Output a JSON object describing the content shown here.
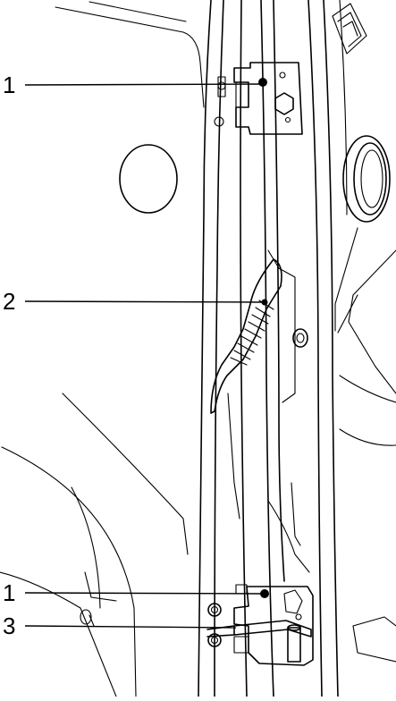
{
  "callouts": [
    {
      "label": "1",
      "part": "hinge"
    },
    {
      "label": "2",
      "part": "wiring-harness-grommet"
    },
    {
      "label": "1",
      "part": "hinge"
    },
    {
      "label": "3",
      "part": "door-check-strap"
    }
  ],
  "colors": {
    "background": "#ffffff",
    "line": "#000000",
    "hinge_fill": "#bdbdbd",
    "grommet_fill": "#a8a8a8"
  }
}
